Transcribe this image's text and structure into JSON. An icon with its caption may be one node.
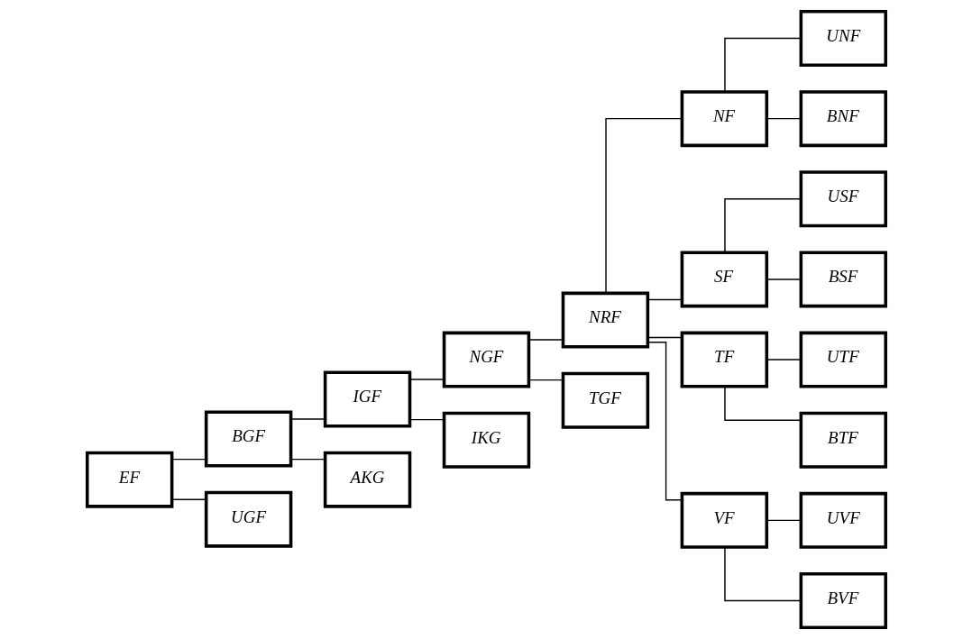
{
  "diagram": {
    "nodes": [
      {
        "text": [
          "EF"
        ]
      },
      {
        "text": [
          "BGF"
        ]
      },
      {
        "text": [
          "UGF"
        ]
      },
      {
        "text": [
          "IGF"
        ]
      },
      {
        "text": [
          "AKG"
        ]
      },
      {
        "text": [
          "NGF"
        ]
      },
      {
        "text": [
          "IKG"
        ]
      },
      {
        "text": [
          "NRF"
        ]
      },
      {
        "text": [
          "TGF"
        ]
      },
      {
        "text": [
          "NF"
        ]
      },
      {
        "text": [
          "UNF"
        ]
      },
      {
        "text": [
          "BNF"
        ]
      },
      {
        "text": [
          "SF"
        ]
      },
      {
        "text": [
          "USF"
        ]
      },
      {
        "text": [
          "BSF"
        ]
      },
      {
        "text": [
          "TF"
        ]
      },
      {
        "text": [
          "UTF"
        ]
      },
      {
        "text": [
          "BTF"
        ]
      },
      {
        "text": [
          "VF"
        ]
      },
      {
        "text": [
          "UVF"
        ]
      },
      {
        "text": [
          "BVF"
        ]
      }
    ],
    "edges": [
      {
        "from": 0,
        "to": 1,
        "arrow": "none"
      },
      {
        "from": 0,
        "to": 2,
        "arrow": "none"
      },
      {
        "from": 1,
        "to": 3,
        "arrow": "none"
      },
      {
        "from": 1,
        "to": 4,
        "arrow": "none"
      },
      {
        "from": 3,
        "to": 5,
        "arrow": "none"
      },
      {
        "from": 3,
        "to": 6,
        "arrow": "none"
      },
      {
        "from": 5,
        "to": 7,
        "arrow": "none"
      },
      {
        "from": 5,
        "to": 8,
        "arrow": "none"
      },
      {
        "from": 7,
        "to": 9,
        "arrow": "none"
      },
      {
        "from": 7,
        "to": 12,
        "arrow": "none"
      },
      {
        "from": 7,
        "to": 15,
        "arrow": "none"
      },
      {
        "from": 7,
        "to": 18,
        "arrow": "none"
      },
      {
        "from": 9,
        "to": 10,
        "arrow": "none"
      },
      {
        "from": 9,
        "to": 11,
        "arrow": "none"
      },
      {
        "from": 12,
        "to": 13,
        "arrow": "none"
      },
      {
        "from": 12,
        "to": 14,
        "arrow": "none"
      },
      {
        "from": 15,
        "to": 16,
        "arrow": "none"
      },
      {
        "from": 15,
        "to": 17,
        "arrow": "none"
      },
      {
        "from": 18,
        "to": 19,
        "arrow": "none"
      },
      {
        "from": 18,
        "to": 20,
        "arrow": "none"
      }
    ]
  }
}
